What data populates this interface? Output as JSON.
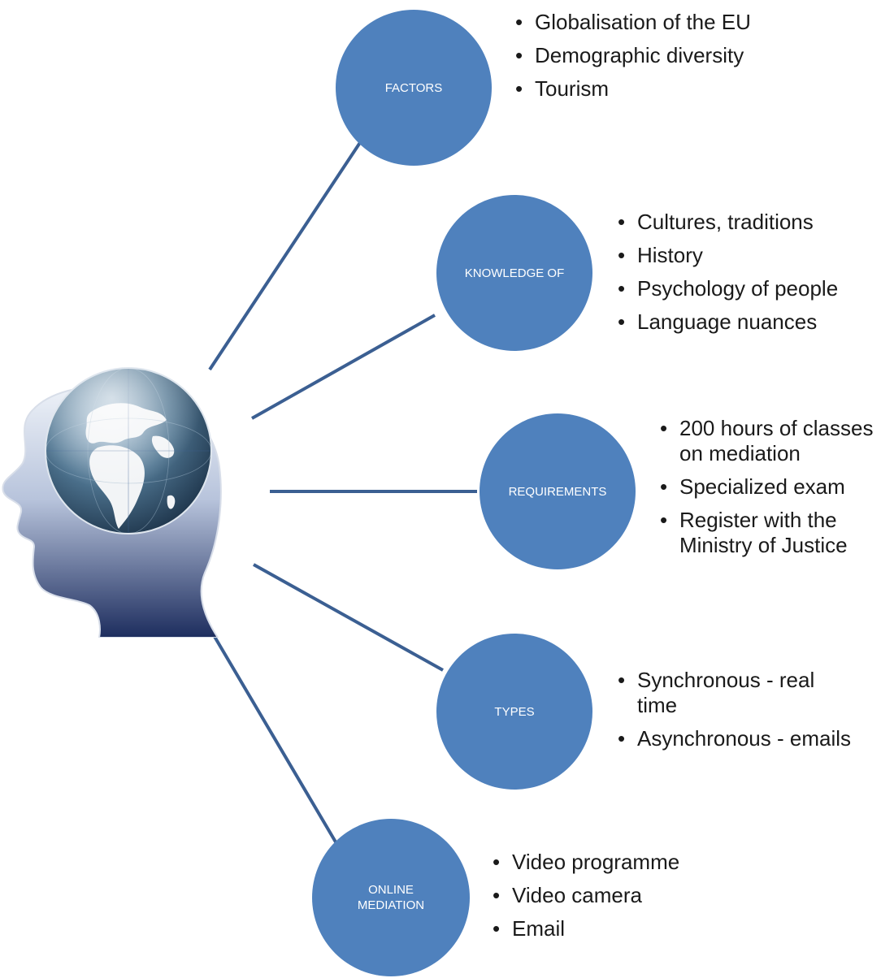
{
  "colors": {
    "node_fill": "#4f81bd",
    "connector": "#3b5f92",
    "node_text": "#ffffff",
    "bullet_text": "#1a1a1a"
  },
  "center_image": {
    "icon": "head-with-globe-icon"
  },
  "nodes": [
    {
      "label": "FACTORS",
      "bullets": [
        "Globalisation of the EU",
        "Demographic diversity",
        "Tourism"
      ]
    },
    {
      "label": "KNOWLEDGE OF",
      "bullets": [
        "Cultures, traditions",
        "History",
        "Psychology of people",
        "Language nuances"
      ]
    },
    {
      "label": "REQUIREMENTS",
      "bullets": [
        "200 hours of classes on mediation",
        "Specialized exam",
        "Register with the Ministry of Justice"
      ]
    },
    {
      "label": "TYPES",
      "bullets": [
        "Synchronous - real time",
        "Asynchronous - emails"
      ]
    },
    {
      "label": "ONLINE MEDIATION",
      "bullets": [
        "Video programme",
        "Video camera",
        "Email"
      ]
    }
  ]
}
